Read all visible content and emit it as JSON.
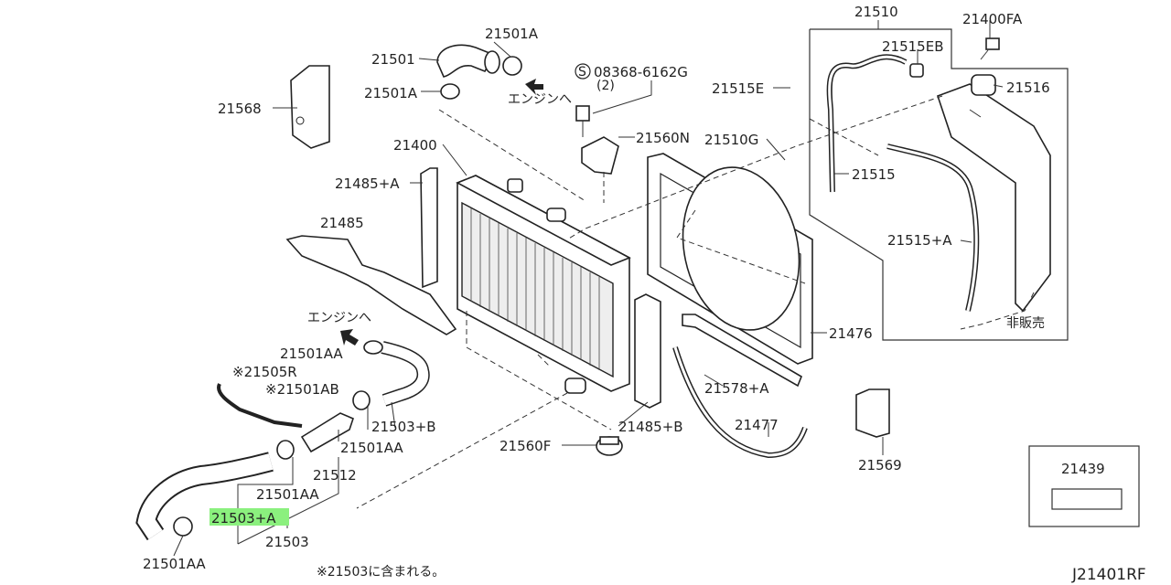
{
  "labels": {
    "p21510": "21510",
    "p21400FA": "21400FA",
    "p21515EB": "21515EB",
    "p21516": "21516",
    "p21501": "21501",
    "p21501A_top": "21501A",
    "p08368": "08368-6162G",
    "p08368_sym": "S",
    "p08368_qty": "(2)",
    "engine_top": "エンジンへ",
    "p21515E": "21515E",
    "p21568": "21568",
    "p21501A_left": "21501A",
    "p21560N": "21560N",
    "p21510G": "21510G",
    "p21400": "21400",
    "p21515": "21515",
    "p21485A": "21485+A",
    "p21485": "21485",
    "p21515A": "21515+A",
    "not_sold": "非販売",
    "engine_bottom": "エンジンへ",
    "p21476": "21476",
    "p21501AA_1": "21501AA",
    "p21505R": "※21505R",
    "p21501AB": "※21501AB",
    "p21578A": "21578+A",
    "p21503B": "21503+B",
    "p21477": "21477",
    "p21501AA_2": "21501AA",
    "p21485B": "21485+B",
    "p21560F": "21560F",
    "p21512": "21512",
    "p21569": "21569",
    "p21439": "21439",
    "p21501AA_3": "21501AA",
    "p21503A": "21503+A",
    "p21503": "21503",
    "p21501AA_4": "21501AA",
    "footnote": "※21503に含まれる。",
    "diagram_code": "J21401RF"
  },
  "highlight": {
    "label": "21503+A",
    "color": "#8bf07e"
  }
}
